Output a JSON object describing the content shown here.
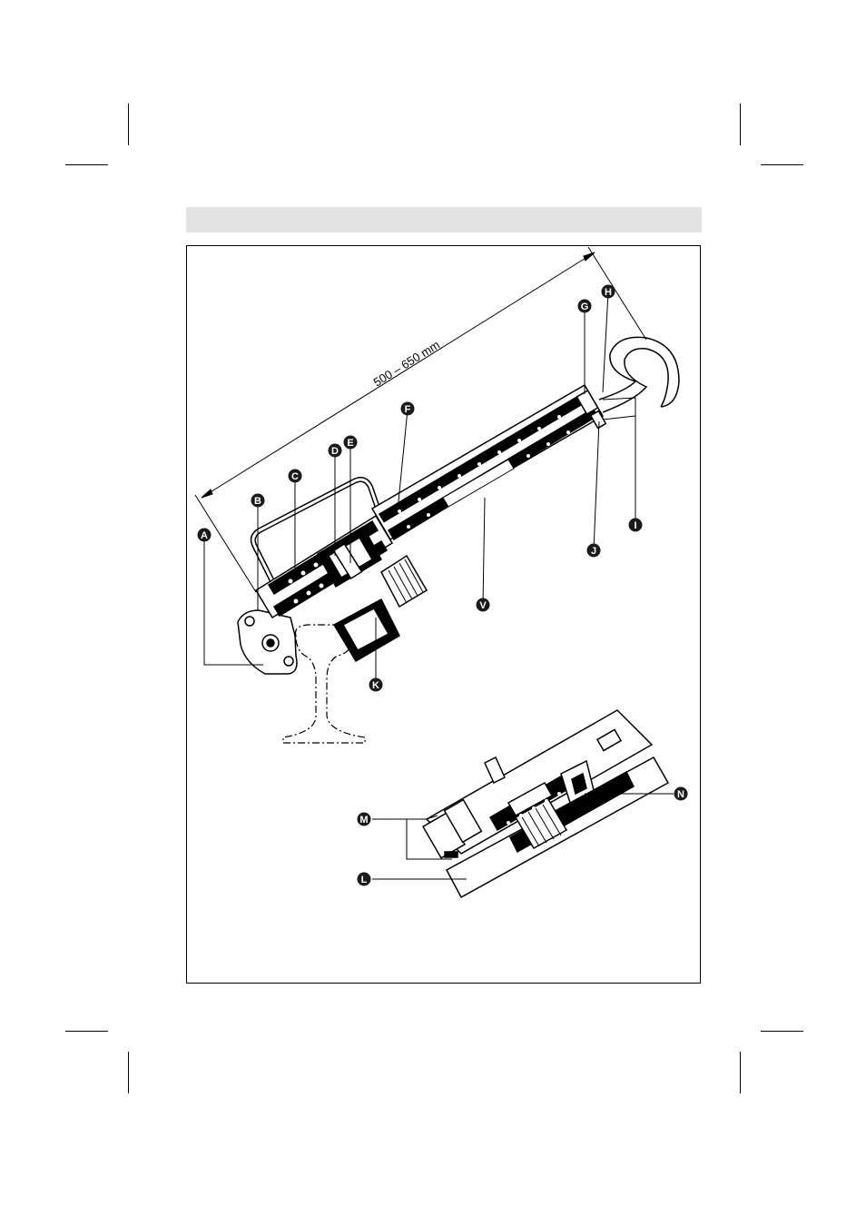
{
  "figure": {
    "dimension_label": "500 – 650 mm",
    "callouts": {
      "A": "A",
      "B": "B",
      "C": "C",
      "D": "D",
      "E": "E",
      "F": "F",
      "G": "G",
      "H": "H",
      "I": "I",
      "J": "J",
      "K": "K",
      "V": "V",
      "L": "L",
      "M": "M",
      "N": "N"
    }
  },
  "colors": {
    "header_bar": "#e3e3e3",
    "ink": "#000000",
    "callout_fill": "#1a1a1a"
  }
}
